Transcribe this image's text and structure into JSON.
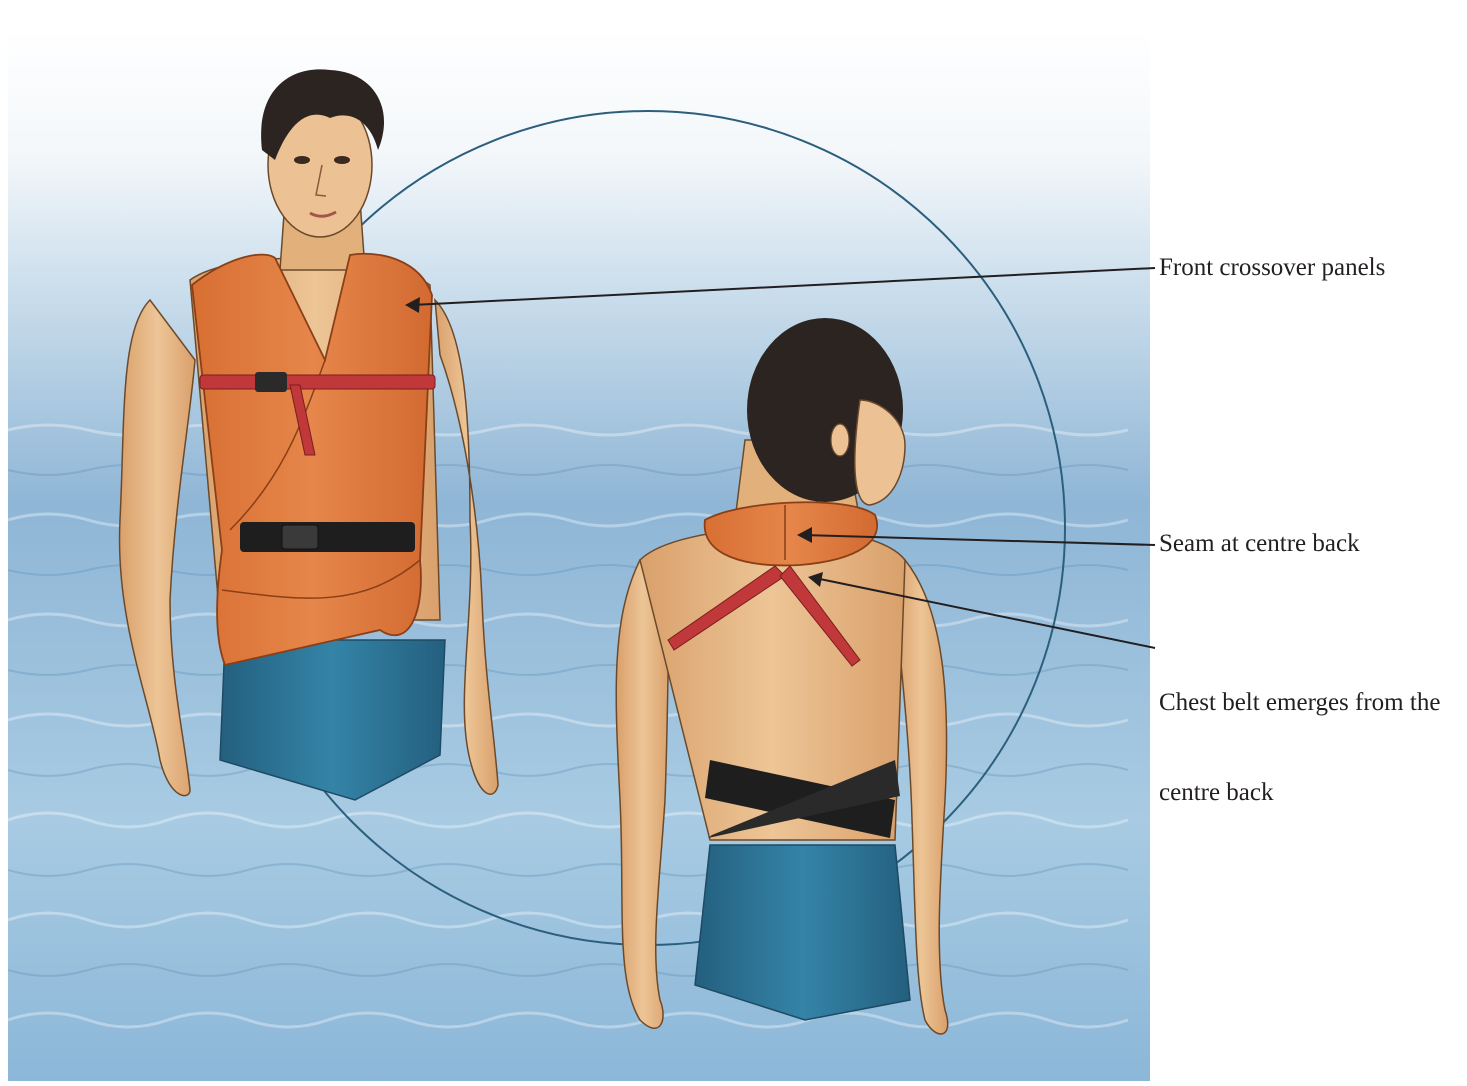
{
  "callouts": {
    "front_crossover": "Front crossover panels",
    "seam_centre_back": "Seam at centre back",
    "chest_belt_line1": "Chest belt emerges from the",
    "chest_belt_line2": "centre back"
  },
  "colors": {
    "vest_orange": "#e07c3e",
    "strap_red": "#c0383a",
    "belt_black": "#1e1e1e",
    "shorts_teal": "#2f7fa2",
    "skin": "#e7b884",
    "hair": "#2b2421",
    "water_light": "#cfe2ef",
    "water_mid": "#8fb9d8",
    "circle_line": "#2c5f7e"
  }
}
